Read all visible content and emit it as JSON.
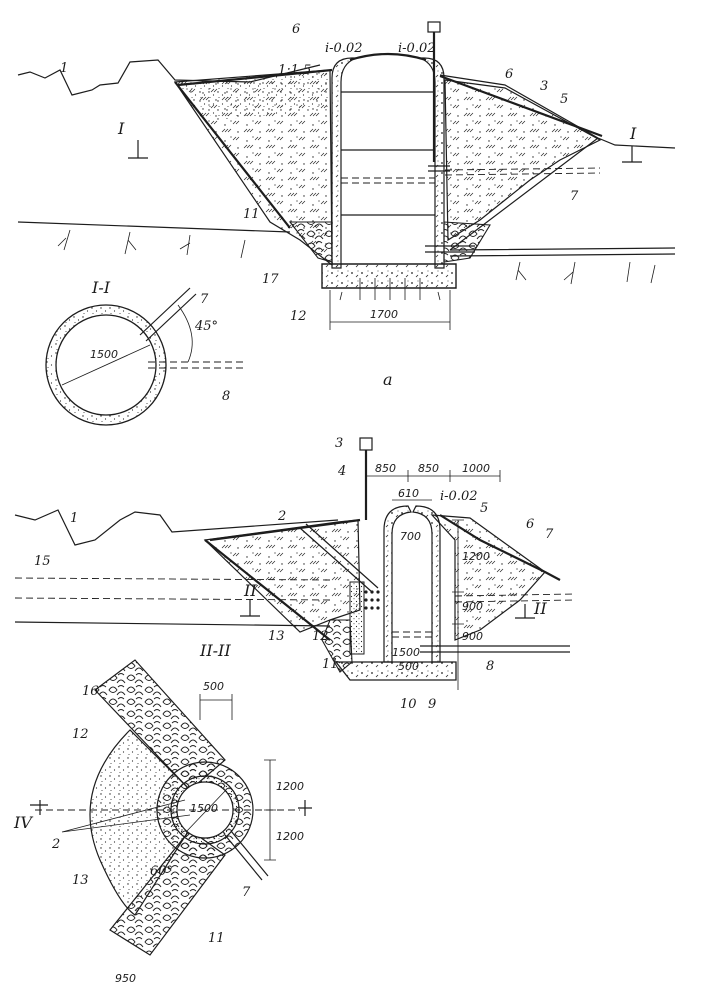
{
  "figure_a": {
    "section_mark": "I",
    "section_title": "I-I",
    "subfigure_letter": "a",
    "numbers": {
      "n1": "1",
      "n3": "3",
      "n5": "5",
      "n6a": "6",
      "n6b": "6",
      "n7": "7",
      "n11": "11",
      "n12": "12",
      "n17": "17",
      "n7b": "7",
      "n8": "8"
    },
    "slope_left": "1:1.5",
    "slope_i_left": "i-0.02",
    "slope_i_right": "i-0.02",
    "dim_base": "1700",
    "dim_diameter": "1500",
    "angle": "45°"
  },
  "figure_b": {
    "section_mark": "II",
    "section_title": "II-II",
    "numbers": {
      "n1": "1",
      "n2": "2",
      "n3": "3",
      "n4": "4",
      "n5": "5",
      "n6": "6",
      "n7": "7",
      "n8": "8",
      "n9": "9",
      "n10": "10",
      "n11": "11",
      "n12": "12",
      "n13": "13",
      "n15": "15"
    },
    "dims_top": [
      "850",
      "850",
      "1000"
    ],
    "dim_610": "610",
    "dim_700": "700",
    "slope_i": "i-0.02",
    "dims_side": [
      "1200",
      "900",
      "900"
    ],
    "dim_1500": "1500",
    "dim_500": "500"
  },
  "figure_plan": {
    "section_mark": "IV",
    "numbers": {
      "n16": "16",
      "n12": "12",
      "n2": "2",
      "n13": "13",
      "n7": "7",
      "n11": "11"
    },
    "dim_500": "500",
    "dim_1500": "1500",
    "dims_right": [
      "1200",
      "1200"
    ],
    "angle": "60°",
    "dim_950": "950"
  }
}
